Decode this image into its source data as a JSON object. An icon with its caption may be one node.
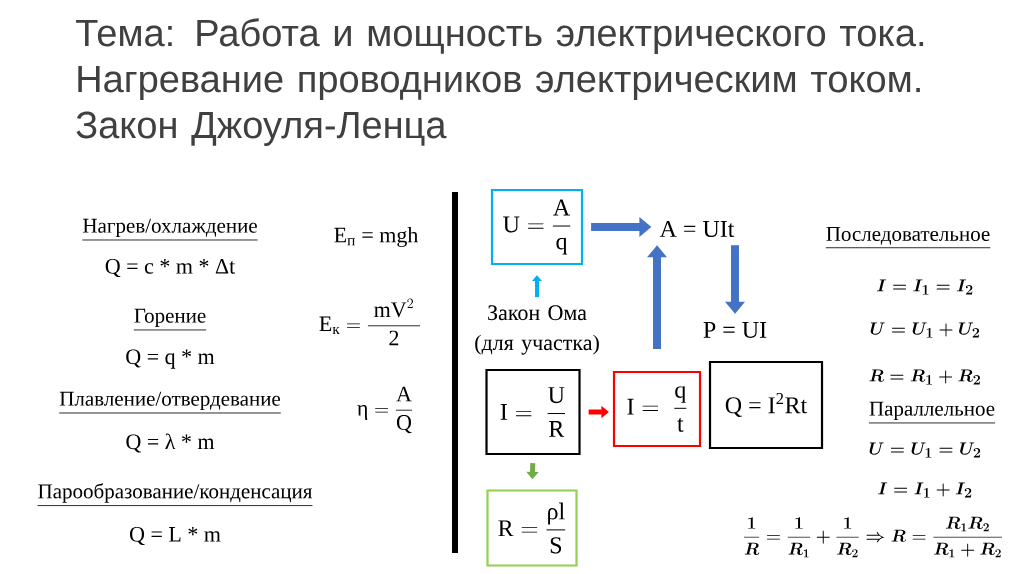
{
  "diagram": {
    "title": "Тема: Работа и мощность электрического тока. Нагревание проводников электрическим током. Закон Джоуля-Ленца",
    "nodes": [
      {
        "text": [
          "\\text{U} = \\frac{\\text{A}}{\\text{q}}"
        ]
      },
      {
        "text": [
          "A = UIt"
        ]
      },
      {
        "text": [
          "P = UI"
        ]
      },
      {
        "text": [
          "Закон Ома (для участка)"
        ]
      },
      {
        "text": [
          "\\text{I} = \\;\\frac{\\text{U}}{\\text{R}}"
        ]
      },
      {
        "text": [
          "\\text{I} = \\;\\frac{\\text{q}}{\\text{t}}"
        ]
      },
      {
        "text": [
          "Q = I$^{2}$Rt"
        ]
      },
      {
        "text": [
          "\\text{R} = \\frac{\\text{ρl}}{\\text{S}}"
        ]
      }
    ],
    "edges": [
      {
        "from": 0,
        "to": 1,
        "arrow": "to"
      },
      {
        "from": 5,
        "to": 1,
        "arrow": "to"
      },
      {
        "from": 1,
        "to": 2,
        "arrow": "to"
      },
      {
        "from": 3,
        "to": 0,
        "arrow": "to",
        "color": "#00b0f0"
      },
      {
        "from": 4,
        "to": 5,
        "arrow": "to",
        "color": "#ff0000"
      },
      {
        "from": 4,
        "to": 7,
        "arrow": "to",
        "color": "#70ad47"
      }
    ],
    "labels": [
      "Нагрев/охлаждение",
      "Q = c * m * Δt",
      "Горение",
      "Q = q * m",
      "Плавление/отвердевание",
      "Q = λ * m",
      "Парообразование/конденсация",
      "Q = L * m",
      "E$_{п}$ = mgh",
      "\\text{E}_{\\text{к}} = \\frac{\\;\\text{mV}^{2}\\;}{\\text{2}}",
      "\\text{η} = \\frac{\\text{A}}{\\text{Q}}",
      "Последовательное",
      "\\boldsymbol{I = I_1 = I_2}",
      "\\boldsymbol{U = U_1 + U_2}",
      "\\boldsymbol{R = R_1 + R_2}",
      "Параллельное",
      "\\boldsymbol{U = U_1 = U_2}",
      "\\boldsymbol{I = I_1 + I_2}",
      "\\boldsymbol{\\frac{1}{R} = \\frac{1}{R_1} + \\frac{1}{R_2} \\Rightarrow R = \\frac{R_1 R_2}{R_1 + R_2}}"
    ]
  }
}
